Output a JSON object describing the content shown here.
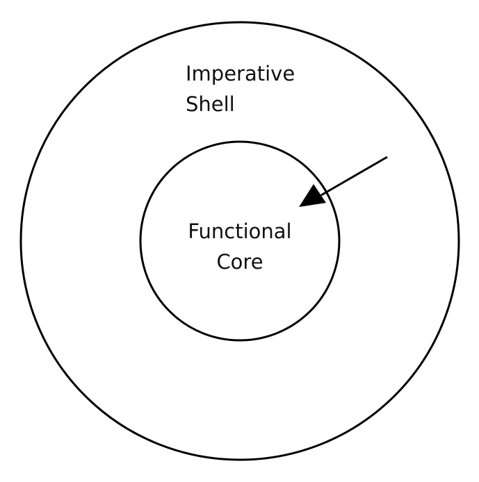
{
  "diagram": {
    "outer_ring": {
      "label_lines": [
        "Imperative",
        "Shell"
      ]
    },
    "inner_ring": {
      "label_lines": [
        "Functional",
        "Core"
      ]
    },
    "arrow": {
      "direction": "from outer shell toward inner core"
    },
    "colors": {
      "stroke": "#000000",
      "text": "#111111",
      "background": "#ffffff"
    }
  }
}
